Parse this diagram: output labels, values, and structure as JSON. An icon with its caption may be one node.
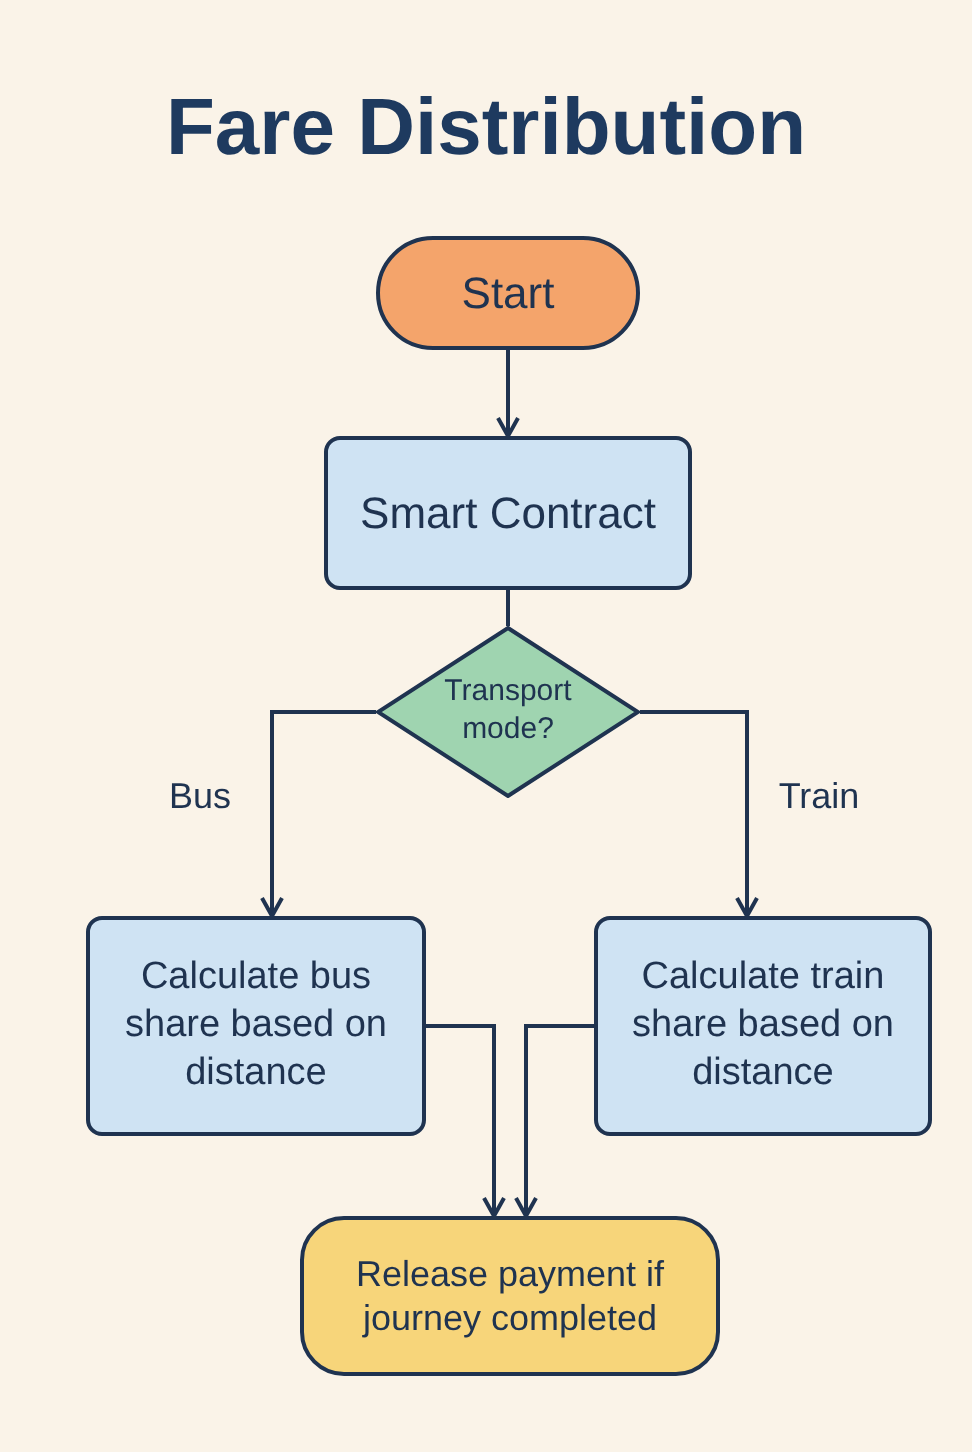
{
  "diagram": {
    "title": "Fare Distribution",
    "nodes": [
      {
        "text": [
          "Start"
        ]
      },
      {
        "text": [
          "Smart Contract"
        ]
      },
      {
        "text": [
          "Transport mode?"
        ]
      },
      {
        "text": [
          "Calculate bus share based on distance"
        ]
      },
      {
        "text": [
          "Calculate train share based on distance"
        ]
      },
      {
        "text": [
          "Release payment if journey completed"
        ]
      }
    ],
    "edges": [
      {
        "from": 0,
        "to": 1,
        "arrow": "to"
      },
      {
        "from": 1,
        "to": 2,
        "arrow": "none"
      },
      {
        "from": 2,
        "to": 3,
        "arrow": "to",
        "label": "Bus"
      },
      {
        "from": 2,
        "to": 4,
        "arrow": "to",
        "label": "Train"
      },
      {
        "from": 3,
        "to": 5,
        "arrow": "to"
      },
      {
        "from": 4,
        "to": 5,
        "arrow": "to"
      }
    ]
  }
}
